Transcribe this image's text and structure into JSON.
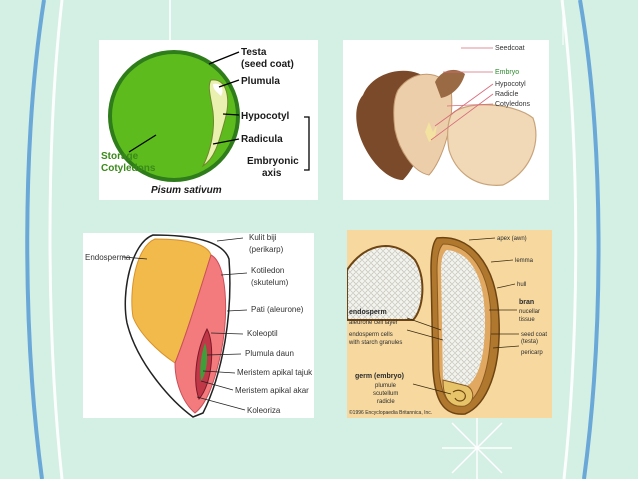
{
  "slide": {
    "colors": {
      "background": "#d4efe4",
      "accent_blue": "#6aa8d8",
      "panel_peach": "#f7d9a0"
    }
  },
  "panel_pea": {
    "labels": {
      "testa": "Testa",
      "seed_coat": "(seed coat)",
      "plumula": "Plumula",
      "hypocotyl": "Hypocotyl",
      "radicula": "Radicula",
      "embryonic": "Embryonic",
      "axis": "axis",
      "storage": "Storage",
      "cotyledons": "Cotyledons"
    },
    "caption": "Pisum sativum"
  },
  "panel_bean": {
    "labels": {
      "seedcoat": "Seedcoat",
      "embryo": "Embryo",
      "hypocotyl": "Hypocotyl",
      "radicle": "Radicle",
      "cotyledons": "Cotyledons"
    }
  },
  "panel_maize": {
    "labels": {
      "endosperma": "Endosperma",
      "kulit_biji": "Kulit biji",
      "perikarp": "(perikarp)",
      "kotiledon": "Kotiledon",
      "skutelum": "(skutelum)",
      "pati": "Pati (aleurone)",
      "koleoptil": "Koleoptil",
      "plumula_daun": "Plumula daun",
      "meristem_tajuk": "Meristem apikal tajuk",
      "meristem_akar": "Meristem apikal akar",
      "koleoriza": "Koleoriza"
    }
  },
  "panel_wheat": {
    "labels": {
      "apex": "apex (awn)",
      "lemma": "lemma",
      "hull": "hull",
      "bran": "bran",
      "nucellar": "nucellar",
      "tissue": "tissue",
      "seed_coat": "seed coat",
      "testa": "(testa)",
      "pericarp": "pericarp",
      "endosperm": "endosperm",
      "aleurone": "aleurone cell layer",
      "endosperm_cells": "endosperm cells",
      "starch": "with starch granules",
      "germ": "germ (embryo)",
      "plumule": "plumule",
      "scutellum": "scutellum",
      "radicle": "radicle"
    },
    "copyright": "©1996 Encyclopaedia Britannica, Inc."
  }
}
